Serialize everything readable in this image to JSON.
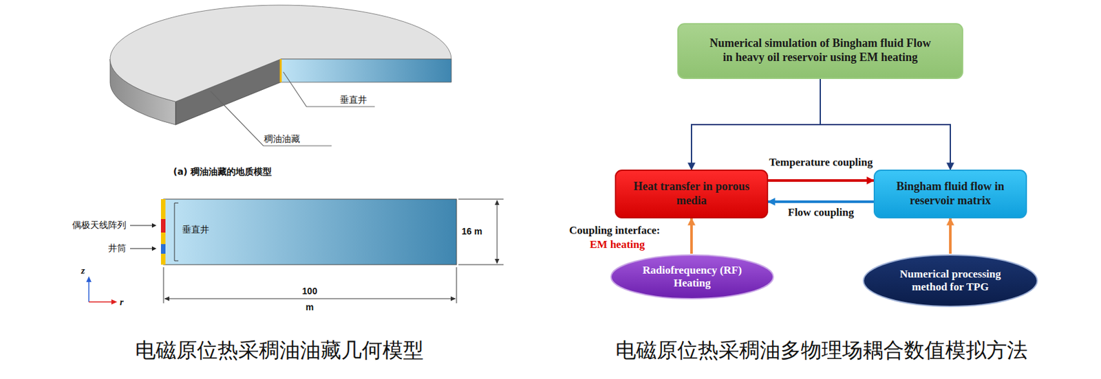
{
  "diagram": {
    "nodes": [
      {
        "text": [
          "Numerical simulation of Bingham fluid Flow in heavy oil reservoir using EM heating"
        ]
      },
      {
        "text": [
          "Heat transfer in porous media"
        ]
      },
      {
        "text": [
          "Bingham fluid flow in reservoir matrix"
        ]
      },
      {
        "text": [
          "Radiofrequency (RF) Heating"
        ]
      },
      {
        "text": [
          "Numerical processing method for TPG"
        ]
      }
    ],
    "edges": [
      {
        "from": 0,
        "to": 1,
        "arrow": "to"
      },
      {
        "from": 0,
        "to": 2,
        "arrow": "to"
      },
      {
        "from": 1,
        "to": 2,
        "label": "Temperature coupling",
        "arrow": "to"
      },
      {
        "from": 2,
        "to": 1,
        "label": "Flow coupling",
        "arrow": "to"
      },
      {
        "from": 3,
        "to": 1,
        "arrow": "to"
      },
      {
        "from": 4,
        "to": 2,
        "arrow": "to"
      }
    ],
    "labels": [
      "垂直井",
      "稠油油藏",
      "(a) 稠油油藏的地质模型",
      "偶极天线阵列",
      "井筒",
      "垂直井",
      "16 m",
      "100",
      "m",
      "z",
      "r",
      "Coupling interface:",
      "EM heating",
      "电磁原位热采稠油油藏几何模型",
      "电磁原位热采稠油多物理场耦合数值模拟方法"
    ]
  }
}
